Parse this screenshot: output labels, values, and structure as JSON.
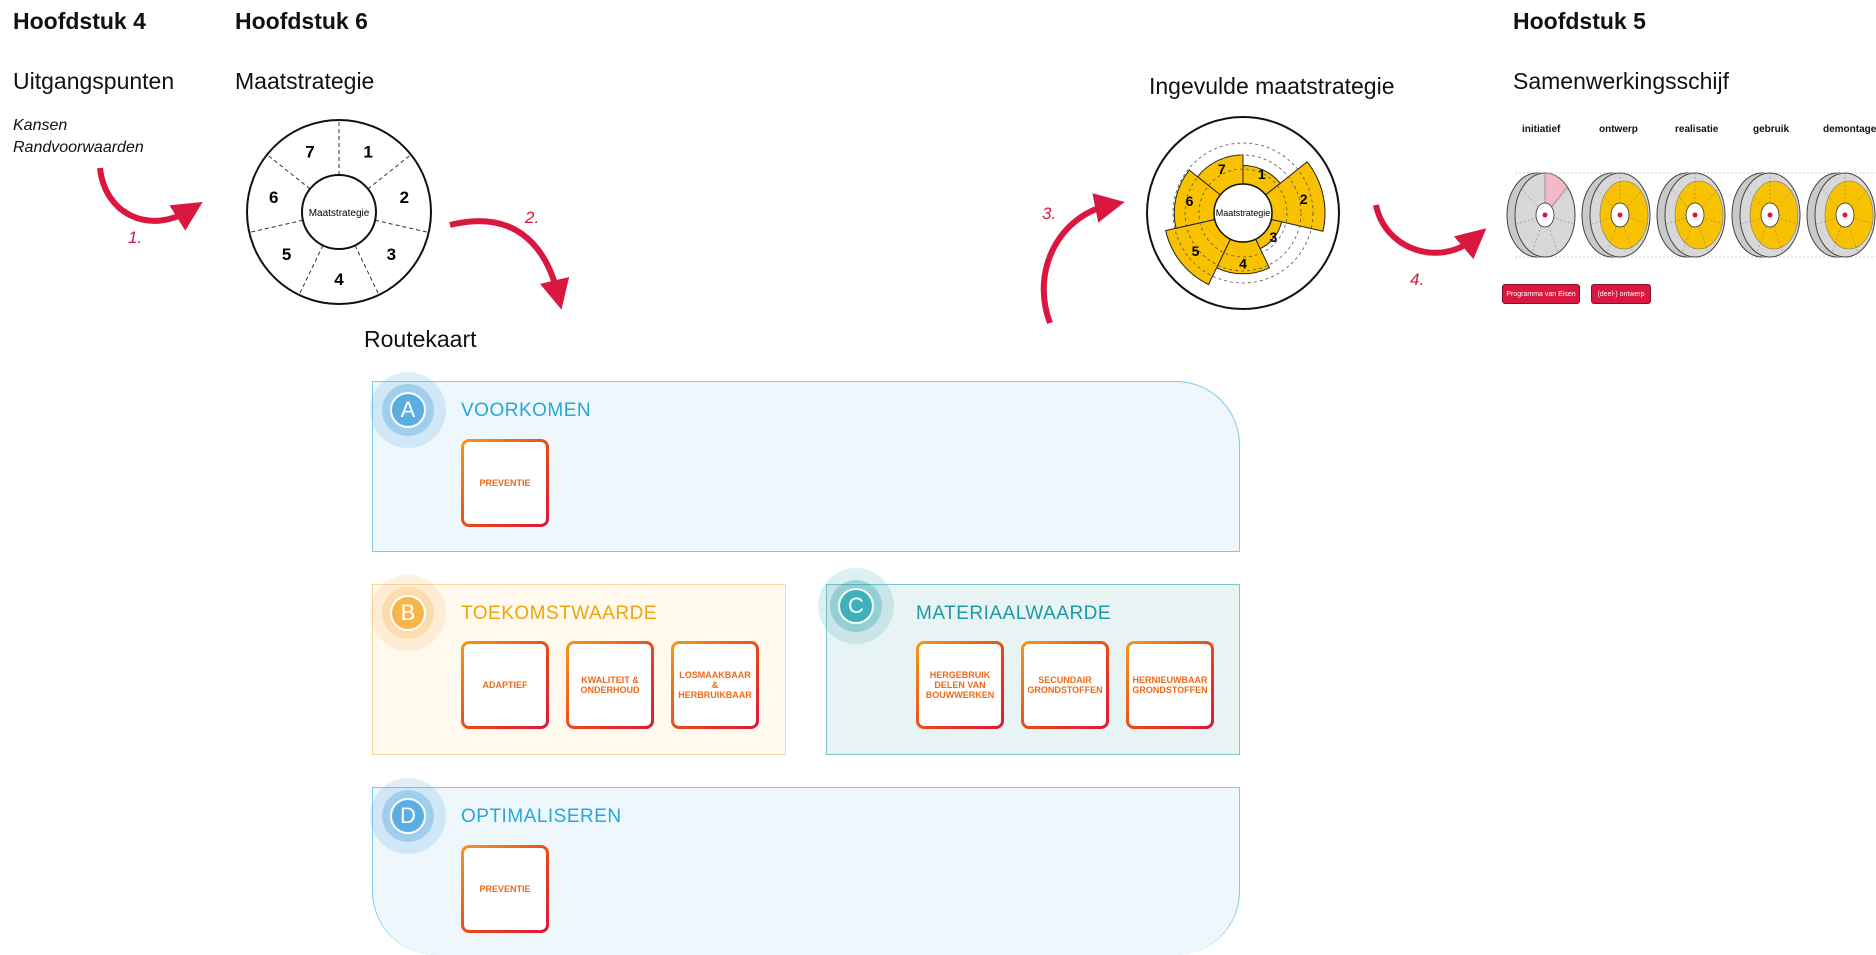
{
  "headers": {
    "ch4": {
      "title": "Hoofdstuk 4",
      "subtitle": "Uitgangspunten",
      "notes": [
        "Kansen",
        "Randvoorwaarden"
      ]
    },
    "ch6": {
      "title": "Hoofdstuk 6",
      "subtitle": "Maatstrategie"
    },
    "filled": {
      "subtitle": "Ingevulde maatstrategie"
    },
    "ch5": {
      "title": "Hoofdstuk 5",
      "subtitle": "Samenwerkingsschijf"
    }
  },
  "steps": [
    "1.",
    "2.",
    "3.",
    "4."
  ],
  "wheel": {
    "center_label": "Maatstrategie",
    "segments": [
      "7",
      "1",
      "2",
      "3",
      "4",
      "5",
      "6"
    ]
  },
  "filled_wheel": {
    "center_label": "Maatstrategie",
    "segments": [
      {
        "label": "1",
        "level": 0.35
      },
      {
        "label": "2",
        "level": 1.0
      },
      {
        "label": "3",
        "level": 0.2
      },
      {
        "label": "4",
        "level": 0.6
      },
      {
        "label": "5",
        "level": 0.95
      },
      {
        "label": "6",
        "level": 0.75
      },
      {
        "label": "7",
        "level": 0.55
      }
    ],
    "fill_color": "#f8c200"
  },
  "routekaart": {
    "title": "Routekaart",
    "sections": {
      "A": {
        "letter": "A",
        "name": "VOORKOMEN",
        "cards": [
          "PREVENTIE"
        ],
        "color": "#2aa6da"
      },
      "B": {
        "letter": "B",
        "name": "TOEKOMSTWAARDE",
        "cards": [
          "ADAPTIEF",
          "KWALITEIT & ONDERHOUD",
          "LOSMAAKBAAR & HERBRUIKBAAR"
        ],
        "color": "#f0a30a"
      },
      "C": {
        "letter": "C",
        "name": "MATERIAALWAARDE",
        "cards": [
          "HERGEBRUIK DELEN VAN BOUWWERKEN",
          "SECUNDAIR GRONDSTOFFEN",
          "HERNIEUWBAAR GRONDSTOFFEN"
        ],
        "color": "#1c9aa4"
      },
      "D": {
        "letter": "D",
        "name": "OPTIMALISEREN",
        "cards": [
          "PREVENTIE"
        ],
        "color": "#2aa6da"
      }
    }
  },
  "samenwerking": {
    "phases": [
      "initiatief",
      "ontwerp",
      "realisatie",
      "gebruik",
      "demontage"
    ],
    "buttons": [
      "Programma van Eisen",
      "(deel-) ontwerp"
    ]
  },
  "colors": {
    "accent_red": "#d9173f",
    "wheel_yellow": "#f8c200"
  }
}
